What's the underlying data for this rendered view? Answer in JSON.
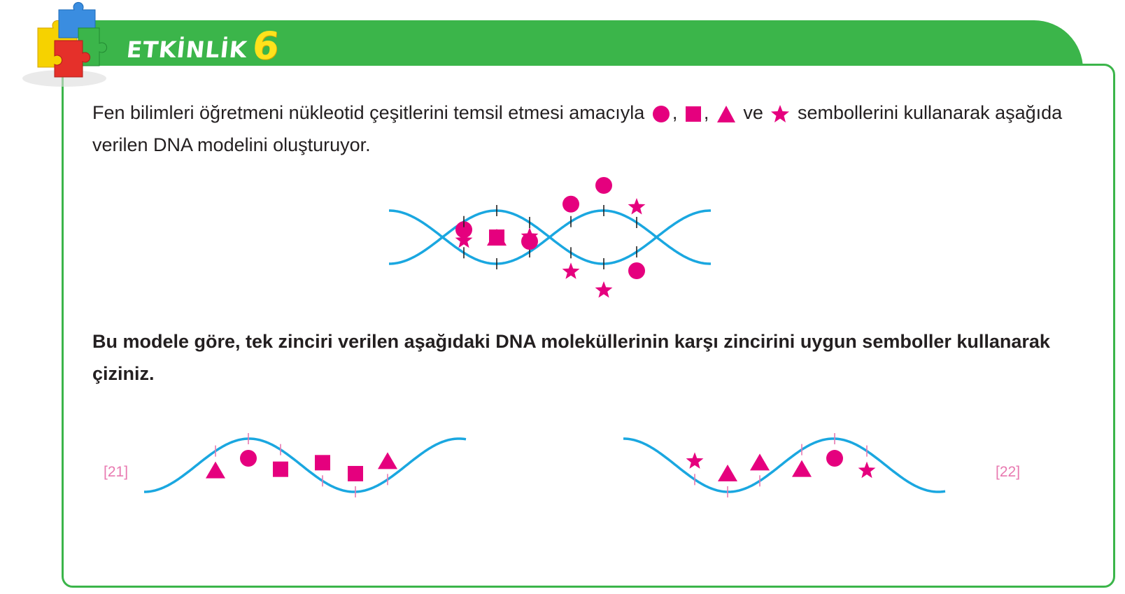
{
  "header": {
    "title_word": "ETKİNLİK",
    "title_number": "6"
  },
  "intro": {
    "part1": "Fen bilimleri öğretmeni nükleotid çeşitlerini temsil etmesi amacıyla",
    "comma": ",",
    "ve": "ve",
    "part2": "sembollerini kullanarak aşağıda verilen DNA modelini oluşturuyor.",
    "symbol_icons": [
      "circle-icon",
      "square-icon",
      "triangle-icon",
      "star-icon"
    ]
  },
  "question": {
    "text": "Bu modele göre, tek zinciri verilen aşağıdaki DNA moleküllerinin karşı zincirini uygun semboller kullanarak çiziniz."
  },
  "labels": {
    "item_21": "[21]",
    "item_22": "[22]"
  },
  "colors": {
    "green": "#3bb54a",
    "strand": "#1aa7e0",
    "symbol": "#e5007e",
    "label": "#e879b0",
    "title_number": "#ffe21c"
  },
  "model": {
    "top_strand_symbols": [
      "circle",
      "triangle",
      "star",
      "circle",
      "circle",
      "star"
    ],
    "bottom_strand_symbols": [
      "star",
      "square",
      "circle",
      "star",
      "star",
      "circle"
    ]
  },
  "exercise_21": {
    "given_strand_symbols": [
      "triangle",
      "circle",
      "square",
      "square",
      "square",
      "triangle"
    ]
  },
  "exercise_22": {
    "given_strand_symbols": [
      "star",
      "triangle",
      "triangle",
      "triangle",
      "circle",
      "star"
    ]
  }
}
